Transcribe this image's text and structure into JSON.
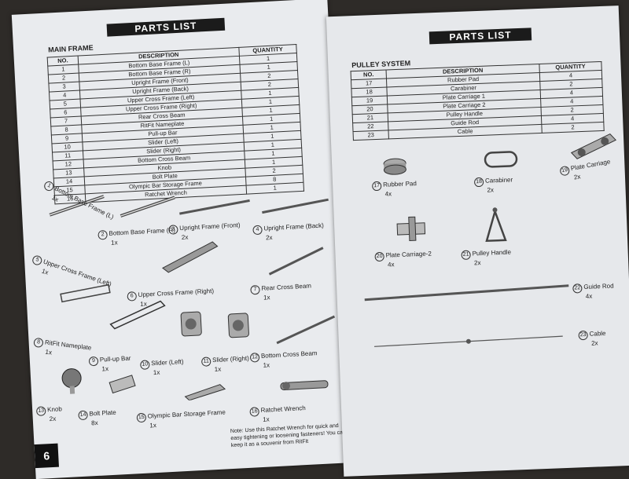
{
  "left": {
    "banner": "PARTS LIST",
    "section": "MAIN FRAME",
    "headers": [
      "NO.",
      "DESCRIPTION",
      "QUANTITY"
    ],
    "rows": [
      [
        "1",
        "Bottom Base Frame (L)",
        "1"
      ],
      [
        "2",
        "Bottom Base Frame (R)",
        "1"
      ],
      [
        "3",
        "Upright Frame (Front)",
        "2"
      ],
      [
        "4",
        "Upright Frame (Back)",
        "2"
      ],
      [
        "5",
        "Upper Cross Frame (Left)",
        "1"
      ],
      [
        "6",
        "Upper Cross Frame (Right)",
        "1"
      ],
      [
        "7",
        "Rear Cross Beam",
        "1"
      ],
      [
        "8",
        "RitFit Nameplate",
        "1"
      ],
      [
        "9",
        "Pull-up Bar",
        "1"
      ],
      [
        "10",
        "Slider (Left)",
        "1"
      ],
      [
        "11",
        "Slider (Right)",
        "1"
      ],
      [
        "12",
        "Bottom Cross Beam",
        "1"
      ],
      [
        "13",
        "Knob",
        "1"
      ],
      [
        "14",
        "Bolt Plate",
        "2"
      ],
      [
        "15",
        "Olympic Bar Storage Frame",
        "8"
      ],
      [
        "16",
        "Ratchet Wrench",
        "1"
      ]
    ],
    "captions": [
      {
        "num": "1",
        "label": "Bottom Base Frame (L)",
        "qty": "1x"
      },
      {
        "num": "2",
        "label": "Bottom Base Frame (R)",
        "qty": "1x"
      },
      {
        "num": "3",
        "label": "Upright Frame (Front)",
        "qty": "2x"
      },
      {
        "num": "4",
        "label": "Upright Frame (Back)",
        "qty": "2x"
      },
      {
        "num": "5",
        "label": "Upper Cross Frame (Left)",
        "qty": "1x"
      },
      {
        "num": "6",
        "label": "Upper Cross Frame (Right)",
        "qty": "1x"
      },
      {
        "num": "7",
        "label": "Rear Cross Beam",
        "qty": "1x"
      },
      {
        "num": "8",
        "label": "RitFit Nameplate",
        "qty": "1x"
      },
      {
        "num": "9",
        "label": "Pull-up Bar",
        "qty": "1x"
      },
      {
        "num": "10",
        "label": "Slider (Left)",
        "qty": "1x"
      },
      {
        "num": "11",
        "label": "Slider (Right)",
        "qty": "1x"
      },
      {
        "num": "12",
        "label": "Bottom Cross Beam",
        "qty": "1x"
      },
      {
        "num": "13",
        "label": "Knob",
        "qty": "2x"
      },
      {
        "num": "14",
        "label": "Bolt Plate",
        "qty": "8x"
      },
      {
        "num": "15",
        "label": "Olympic Bar Storage Frame",
        "qty": "1x"
      },
      {
        "num": "16",
        "label": "Ratchet Wrench",
        "qty": "1x"
      }
    ],
    "note": "Note: Use this Ratchet Wrench for quick and easy tightening or loosening fasteners! You can keep it as a souvenir from RitFit",
    "page_number": "6"
  },
  "right": {
    "banner": "PARTS LIST",
    "section": "PULLEY SYSTEM",
    "headers": [
      "NO.",
      "DESCRIPTION",
      "QUANTITY"
    ],
    "rows": [
      [
        "17",
        "Rubber Pad",
        "4"
      ],
      [
        "18",
        "Carabiner",
        "2"
      ],
      [
        "19",
        "Plate Carriage 1",
        "4"
      ],
      [
        "20",
        "Plate Carriage 2",
        "4"
      ],
      [
        "21",
        "Pulley Handle",
        "2"
      ],
      [
        "22",
        "Guide Rod",
        "4"
      ],
      [
        "23",
        "Cable",
        "2"
      ]
    ],
    "captions": [
      {
        "num": "17",
        "label": "Rubber Pad",
        "qty": "4x"
      },
      {
        "num": "18",
        "label": "Carabiner",
        "qty": "2x"
      },
      {
        "num": "19",
        "label": "Plate Carriage",
        "qty": "2x"
      },
      {
        "num": "20",
        "label": "Plate Carriage-2",
        "qty": "4x"
      },
      {
        "num": "21",
        "label": "Pulley Handle",
        "qty": "2x"
      },
      {
        "num": "22",
        "label": "Guide Rod",
        "qty": "4x"
      },
      {
        "num": "23",
        "label": "Cable",
        "qty": "2x"
      }
    ]
  }
}
